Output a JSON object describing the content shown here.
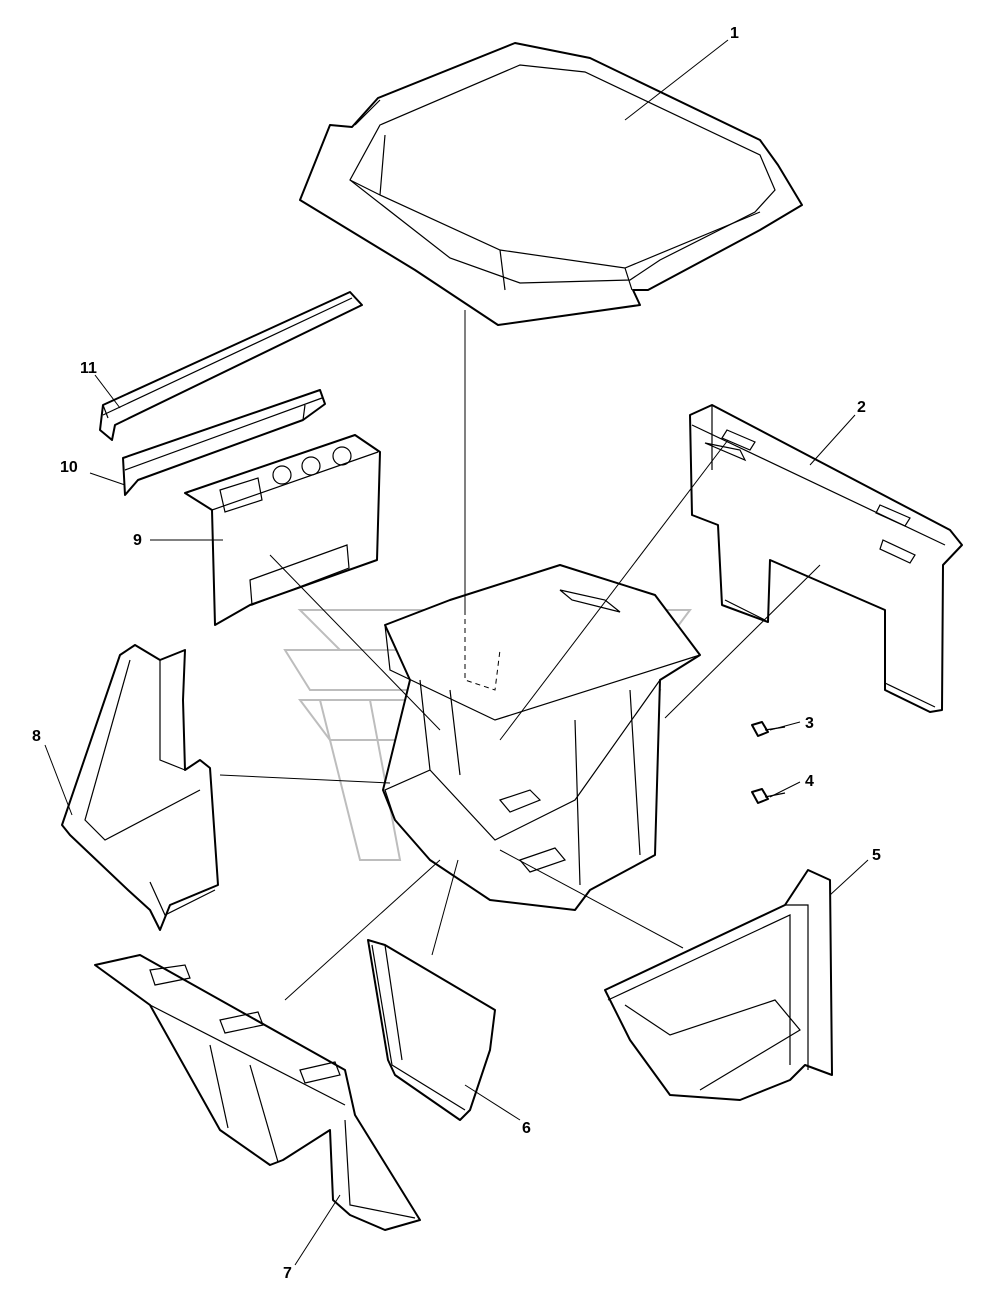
{
  "diagram": {
    "callouts": [
      "1",
      "2",
      "3",
      "4",
      "5",
      "6",
      "7",
      "8",
      "9",
      "10",
      "11"
    ],
    "colors": {
      "line": "#000000",
      "background": "#ffffff",
      "watermark": "#9a9a9a"
    }
  }
}
